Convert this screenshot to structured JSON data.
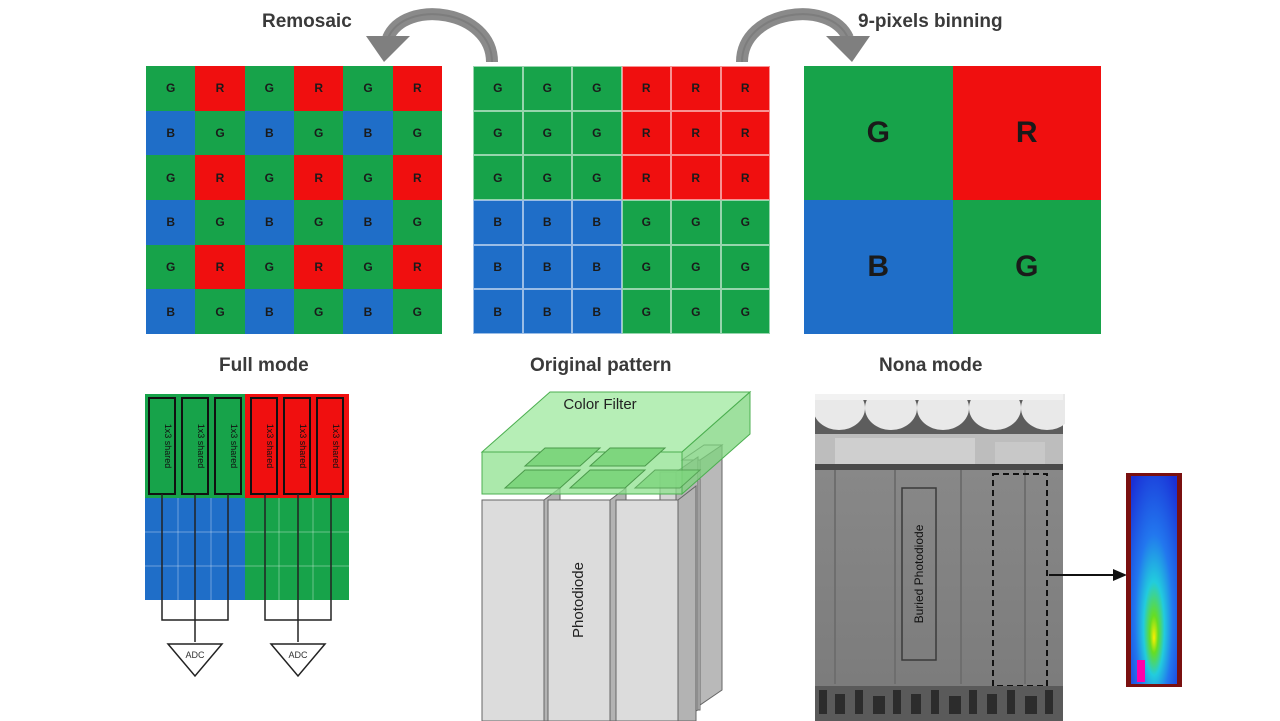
{
  "titles": {
    "remosaic": "Remosaic",
    "binning": "9-pixels binning",
    "full_mode": "Full mode",
    "original_pattern": "Original pattern",
    "nona_mode": "Nona mode"
  },
  "grids": {
    "remosaic": [
      [
        "G",
        "R",
        "G",
        "R",
        "G",
        "R"
      ],
      [
        "B",
        "G",
        "B",
        "G",
        "B",
        "G"
      ],
      [
        "G",
        "R",
        "G",
        "R",
        "G",
        "R"
      ],
      [
        "B",
        "G",
        "B",
        "G",
        "B",
        "G"
      ],
      [
        "G",
        "R",
        "G",
        "R",
        "G",
        "R"
      ],
      [
        "B",
        "G",
        "B",
        "G",
        "B",
        "G"
      ]
    ],
    "original": [
      [
        "G",
        "G",
        "G",
        "R",
        "R",
        "R"
      ],
      [
        "G",
        "G",
        "G",
        "R",
        "R",
        "R"
      ],
      [
        "G",
        "G",
        "G",
        "R",
        "R",
        "R"
      ],
      [
        "B",
        "B",
        "B",
        "G",
        "G",
        "G"
      ],
      [
        "B",
        "B",
        "B",
        "G",
        "G",
        "G"
      ],
      [
        "B",
        "B",
        "B",
        "G",
        "G",
        "G"
      ]
    ],
    "nona": [
      [
        "G",
        "R"
      ],
      [
        "B",
        "G"
      ]
    ]
  },
  "full_mode": {
    "shared_label": "1x3 shared",
    "adc_label": "ADC"
  },
  "cross_section": {
    "color_filter_label": "Color Filter",
    "photodiode_label": "Photodiode"
  },
  "nona_micrograph": {
    "buried_photodiode_label": "Buried Photodiode"
  },
  "colors": {
    "green": "#17a34a",
    "red": "#f00f0f",
    "blue": "#1f6ec8"
  }
}
